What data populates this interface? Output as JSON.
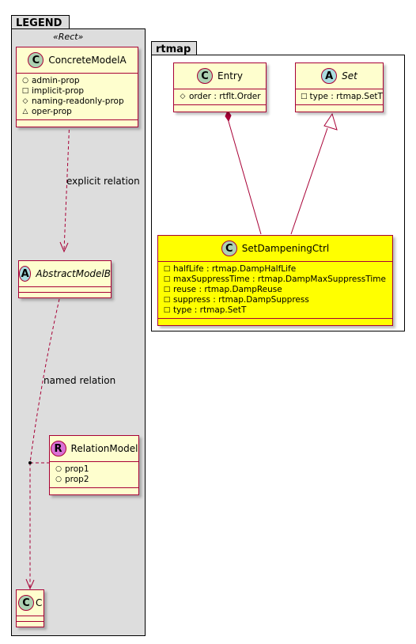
{
  "legend": {
    "package_name": "LEGEND",
    "stereotype": "«Rect»",
    "concrete": {
      "badge": "C",
      "name": "ConcreteModelA",
      "fields": [
        {
          "vis": "circle-public",
          "text": "admin-prop"
        },
        {
          "vis": "square-private",
          "text": "implicit-prop"
        },
        {
          "vis": "diamond-protected",
          "text": "naming-readonly-prop"
        },
        {
          "vis": "triangle-package",
          "text": "oper-prop"
        }
      ]
    },
    "abstract": {
      "badge": "A",
      "name": "AbstractModelB"
    },
    "relation_model": {
      "badge": "R",
      "name": "RelationModel",
      "fields": [
        {
          "vis": "circle-public",
          "text": "prop1"
        },
        {
          "vis": "circle-public",
          "text": "prop2"
        }
      ]
    },
    "c_class": {
      "badge": "C",
      "name": "C"
    },
    "explicit_relation_label": "explicit relation",
    "named_relation_label": "named relation"
  },
  "rtmap": {
    "package_name": "rtmap",
    "entry": {
      "badge": "C",
      "name": "Entry",
      "fields": [
        {
          "vis": "diamond-protected",
          "text": "order : rtflt.Order"
        }
      ]
    },
    "set": {
      "badge": "A",
      "name": "Set",
      "fields": [
        {
          "vis": "square-private",
          "text": "type : rtmap.SetT"
        }
      ]
    },
    "ctrl": {
      "badge": "C",
      "name": "SetDampeningCtrl",
      "fields": [
        {
          "vis": "square-private",
          "text": "halfLife : rtmap.DampHalfLife"
        },
        {
          "vis": "square-private",
          "text": "maxSuppressTime : rtmap.DampMaxSuppressTime"
        },
        {
          "vis": "square-private",
          "text": "reuse : rtmap.DampReuse"
        },
        {
          "vis": "square-private",
          "text": "suppress : rtmap.DampSuppress"
        },
        {
          "vis": "square-private",
          "text": "type : rtmap.SetT"
        }
      ]
    }
  },
  "colors": {
    "class_fill": "#FEFECE",
    "highlight_fill": "#FFFF00",
    "border": "#A80036",
    "package_fill": "#DDDDDD"
  }
}
